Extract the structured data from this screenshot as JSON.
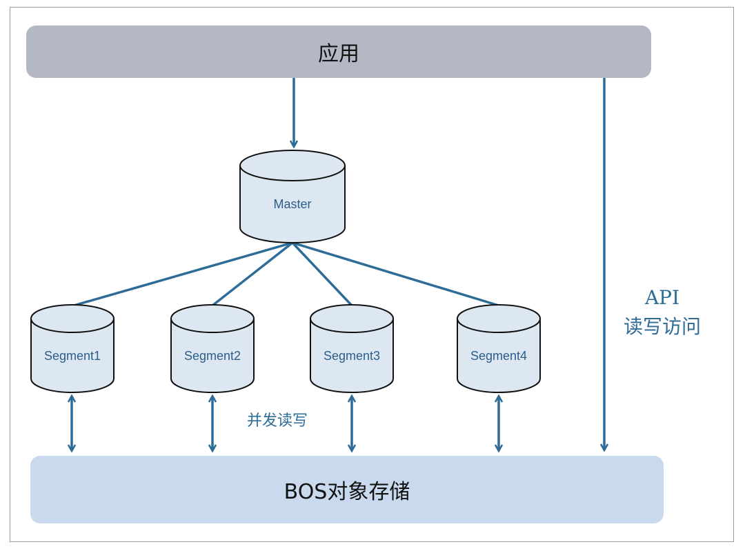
{
  "top_bar": {
    "label": "应用"
  },
  "master": {
    "label": "Master"
  },
  "segments": [
    {
      "label": "Segment1"
    },
    {
      "label": "Segment2"
    },
    {
      "label": "Segment3"
    },
    {
      "label": "Segment4"
    }
  ],
  "api_access": {
    "line1": "API",
    "line2": "读写访问"
  },
  "concurrent_rw": {
    "label": "并发读写"
  },
  "bottom_bar": {
    "label": "BOS对象存储"
  },
  "colors": {
    "app_bar": "#b4b8c5",
    "storage_bar": "#c9d9ee",
    "cylinder_fill": "#dde7f2",
    "arrow": "#2e6c98"
  }
}
